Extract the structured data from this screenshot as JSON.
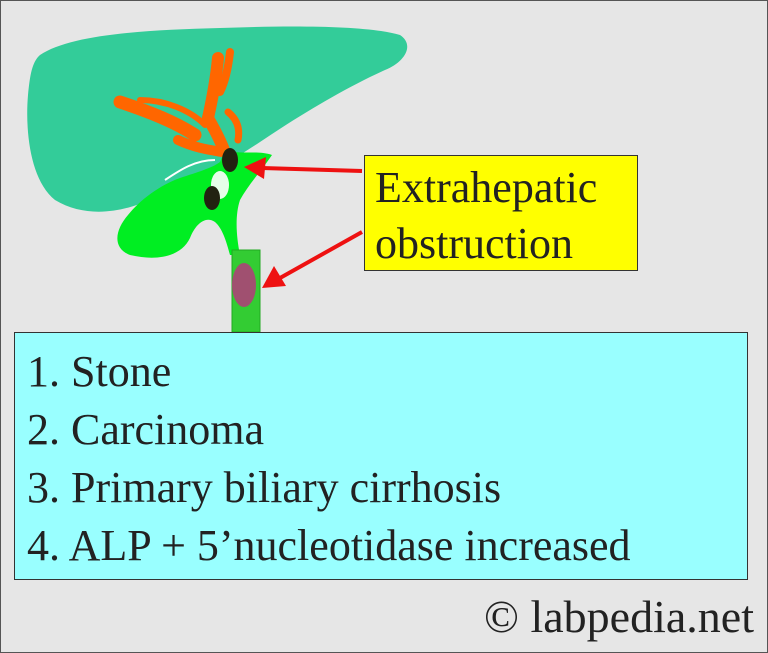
{
  "label": {
    "line1": "Extrahepatic",
    "line2": "obstruction"
  },
  "causes": [
    "1. Stone",
    "2. Carcinoma",
    "3. Primary biliary cirrhosis",
    "4. ALP + 5’nucleotidase increased"
  ],
  "credit": "© labpedia.net",
  "colors": {
    "liver": "#33cc99",
    "bile_ducts": "#ff6600",
    "gallbladder": "#00ee22",
    "common_bile_duct": "#33cc33",
    "stone": "#222211",
    "tumor": "#a05070",
    "arrow": "#ee1111",
    "label_bg": "#ffff00",
    "list_bg": "#99ffff",
    "background": "#e6e6e6"
  }
}
